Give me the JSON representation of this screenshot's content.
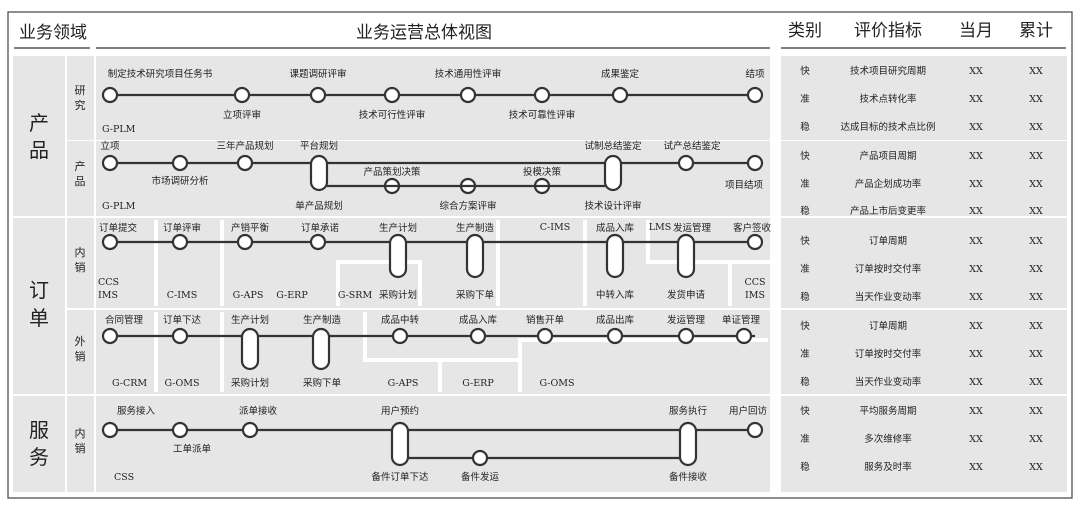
{
  "header": {
    "domain": "业务领域",
    "overview": "业务运营总体视图",
    "category": "类别",
    "metric": "评价指标",
    "month": "当月",
    "cumulative": "累计"
  },
  "domains": {
    "product": "产品",
    "order": "订单",
    "service": "服务"
  },
  "subdomains": {
    "research": "研究",
    "product": "产品",
    "domestic": "内销",
    "export": "外销",
    "service_internal": "内销"
  },
  "lanes": {
    "research": {
      "top_labels": [
        "制定技术研究项目任务书",
        "课题调研评审",
        "技术通用性评审",
        "成果鉴定",
        "结项"
      ],
      "bottom_labels": [
        "立项评审",
        "技术可行性评审",
        "技术可靠性评审"
      ],
      "systems": [
        "G-PLM"
      ]
    },
    "product": {
      "top_labels": [
        "立项",
        "三年产品规划",
        "平台规划",
        "产品策划决策",
        "投模决策",
        "试制总结鉴定",
        "试产总结鉴定"
      ],
      "bottom_labels": [
        "市场调研分析",
        "单产品规划",
        "综合方案评审",
        "技术设计评审",
        "项目结项"
      ],
      "systems": [
        "G-PLM"
      ]
    },
    "domestic": {
      "top_labels": [
        "订单提交",
        "订单评审",
        "产销平衡",
        "订单承诺",
        "生产计划",
        "生产制造",
        "成品入库",
        "LMS",
        "发运管理",
        "客户签收"
      ],
      "bottom_labels": [
        "采购计划",
        "采购下单",
        "中转入库",
        "发货申请"
      ],
      "systems": [
        "C-IMS",
        "CCS",
        "IMS",
        "C-IMS",
        "G-APS",
        "G-ERP",
        "G-SRM",
        "CCS",
        "IMS"
      ]
    },
    "export": {
      "top_labels": [
        "合同管理",
        "订单下达",
        "生产计划",
        "生产制造",
        "成品中转",
        "成品入库",
        "销售开单",
        "成品出库",
        "发运管理",
        "单证管理"
      ],
      "bottom_labels": [
        "采购计划",
        "采购下单"
      ],
      "systems": [
        "G-CRM",
        "G-OMS",
        "G-APS",
        "G-ERP",
        "G-OMS"
      ]
    },
    "service": {
      "top_labels": [
        "服务接入",
        "派单接收",
        "用户预约",
        "服务执行",
        "用户回访"
      ],
      "bottom_labels": [
        "工单派单",
        "备件订单下达",
        "备件发运",
        "备件接收"
      ],
      "systems": [
        "CSS"
      ]
    }
  },
  "metrics": [
    {
      "cat": "快",
      "name": "技术项目研究周期",
      "month": "XX",
      "total": "XX"
    },
    {
      "cat": "准",
      "name": "技术点转化率",
      "month": "XX",
      "total": "XX"
    },
    {
      "cat": "稳",
      "name": "达成目标的技术点比例",
      "month": "XX",
      "total": "XX"
    },
    {
      "cat": "快",
      "name": "产品项目周期",
      "month": "XX",
      "total": "XX"
    },
    {
      "cat": "准",
      "name": "产品企划成功率",
      "month": "XX",
      "total": "XX"
    },
    {
      "cat": "稳",
      "name": "产品上市后变更率",
      "month": "XX",
      "total": "XX"
    },
    {
      "cat": "快",
      "name": "订单周期",
      "month": "XX",
      "total": "XX"
    },
    {
      "cat": "准",
      "name": "订单按时交付率",
      "month": "XX",
      "total": "XX"
    },
    {
      "cat": "稳",
      "name": "当天作业变动率",
      "month": "XX",
      "total": "XX"
    },
    {
      "cat": "快",
      "name": "订单周期",
      "month": "XX",
      "total": "XX"
    },
    {
      "cat": "准",
      "name": "订单按时交付率",
      "month": "XX",
      "total": "XX"
    },
    {
      "cat": "稳",
      "name": "当天作业变动率",
      "month": "XX",
      "total": "XX"
    },
    {
      "cat": "快",
      "name": "平均服务周期",
      "month": "XX",
      "total": "XX"
    },
    {
      "cat": "准",
      "name": "多次维修率",
      "month": "XX",
      "total": "XX"
    },
    {
      "cat": "稳",
      "name": "服务及时率",
      "month": "XX",
      "total": "XX"
    }
  ],
  "colors": {
    "panel": "#e6e6e6",
    "line": "#333333",
    "border": "#444444"
  }
}
